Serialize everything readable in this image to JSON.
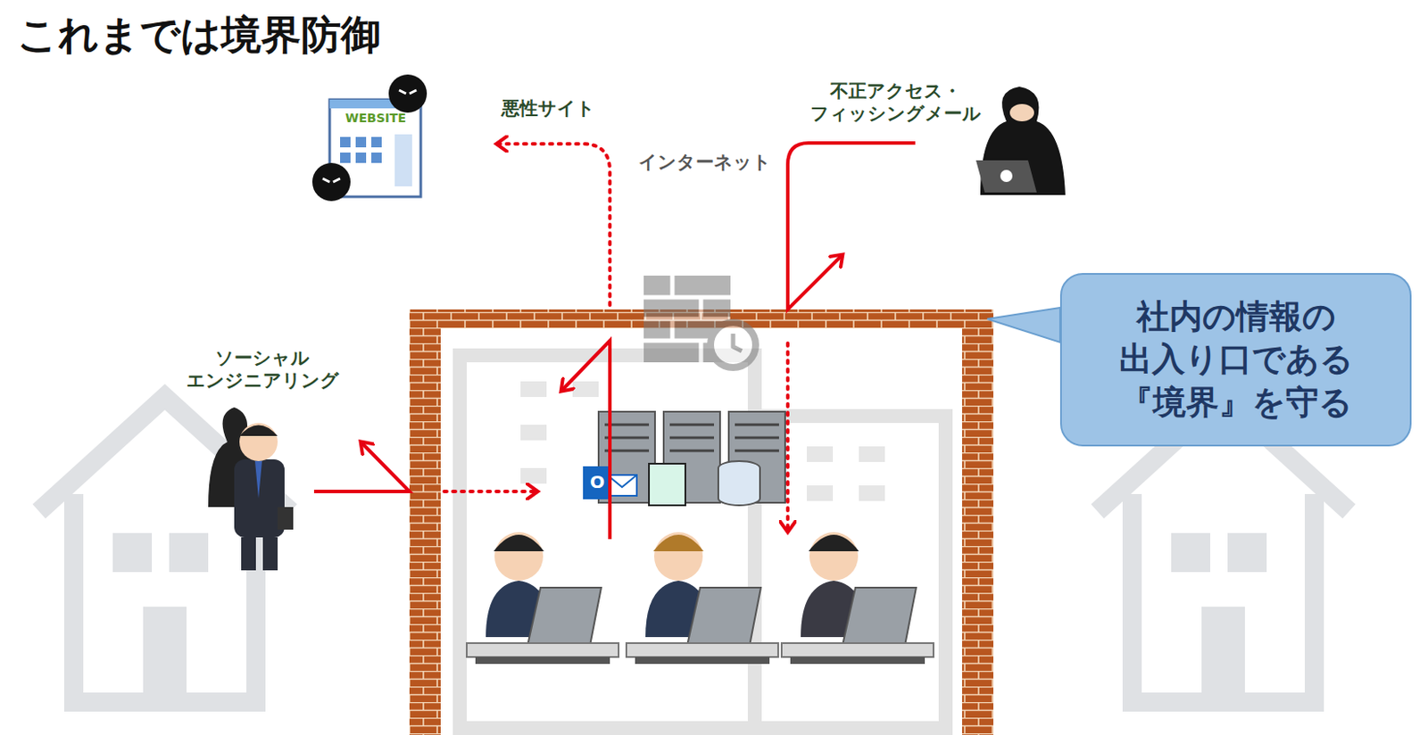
{
  "diagram": {
    "title": "これまでは境界防御",
    "nodes": [
      {
        "text": [
          "社内の情報の 出入り口である 『境界』を守る"
        ]
      }
    ],
    "labels": [
      "悪性サイト",
      "インターネット",
      "不正アクセス・ フィッシングメール",
      "ソーシャル エンジニアリング",
      "WEBSITE",
      "O"
    ]
  }
}
